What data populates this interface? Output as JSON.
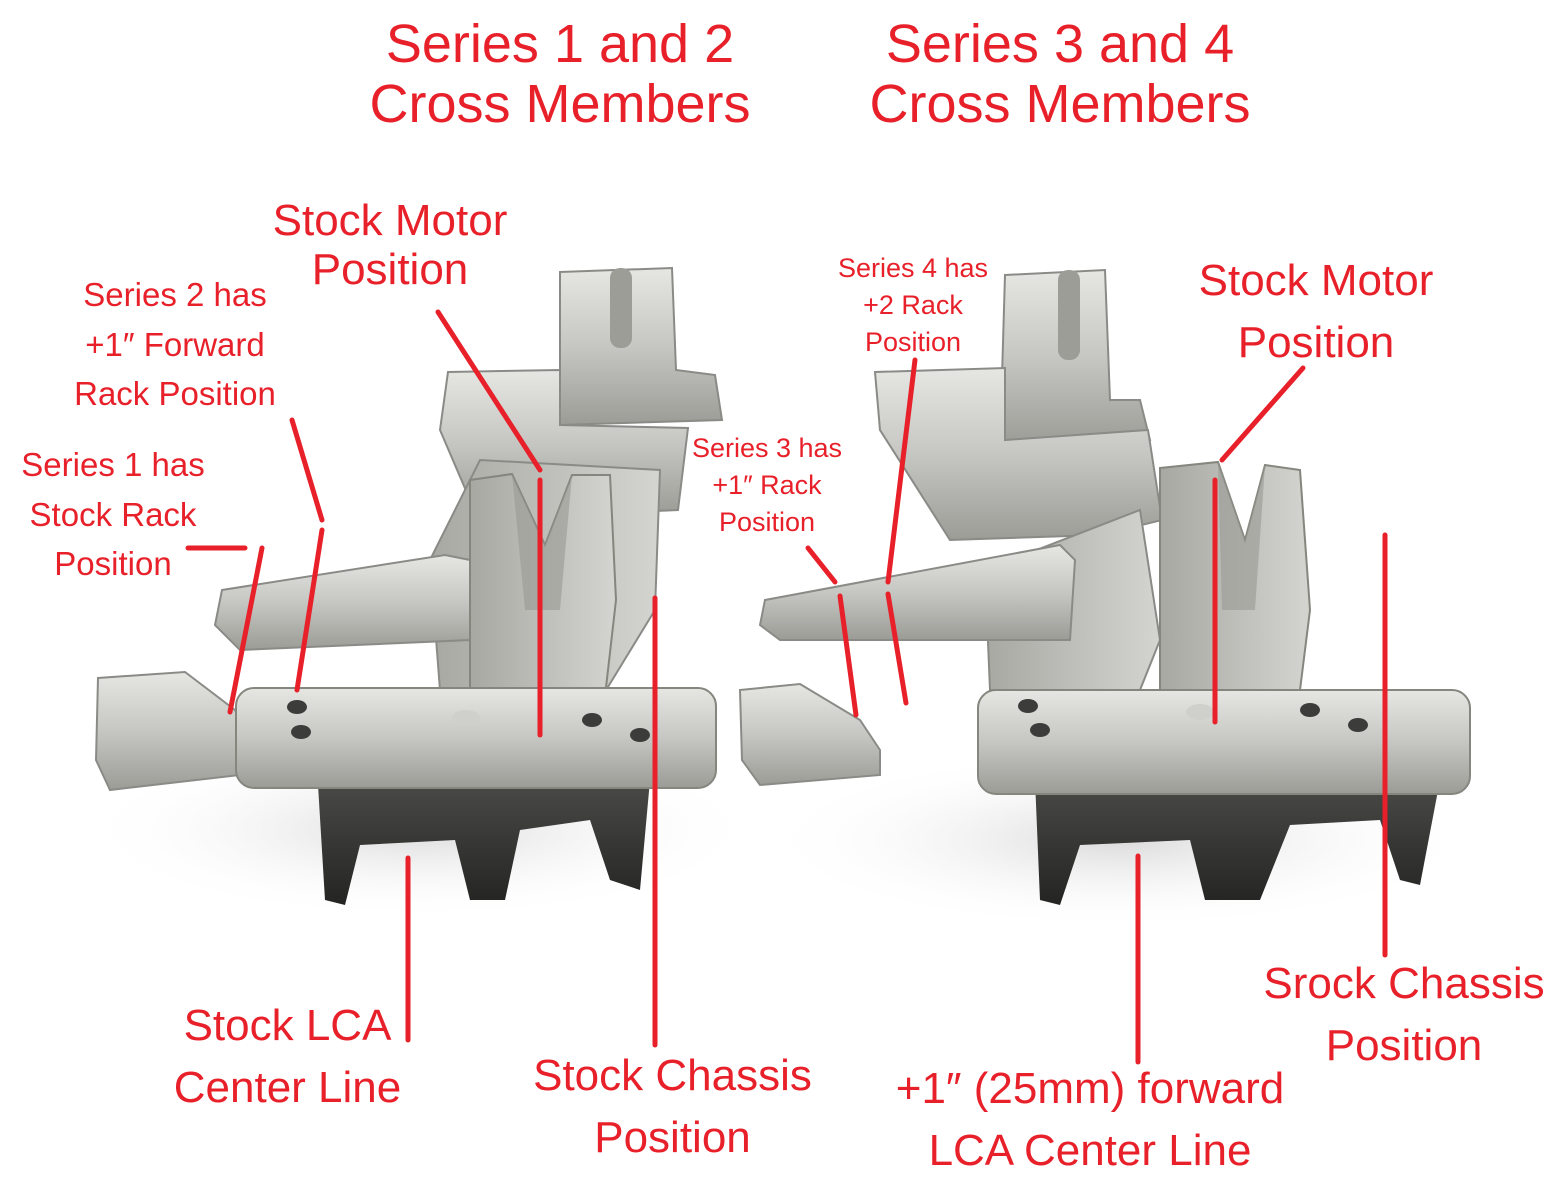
{
  "headings": {
    "left": [
      "Series 1 and 2",
      "Cross Members"
    ],
    "right": [
      "Series 3 and 4",
      "Cross Members"
    ]
  },
  "labels": {
    "left_motor": [
      "Stock Motor",
      "Position"
    ],
    "left_series2": [
      "Series 2 has",
      "+1″ Forward",
      "Rack Position"
    ],
    "left_series1": [
      "Series 1 has",
      "Stock Rack",
      "Position"
    ],
    "left_lca": [
      "Stock LCA",
      "Center Line"
    ],
    "left_chassis": [
      "Stock Chassis",
      "Position"
    ],
    "right_series4": [
      "Series 4 has",
      "+2 Rack",
      "Position"
    ],
    "right_series3": [
      "Series 3 has",
      "+1″ Rack",
      "Position"
    ],
    "right_motor": [
      "Stock Motor",
      "Position"
    ],
    "right_lca": [
      "+1″  (25mm) forward",
      "LCA Center Line"
    ],
    "right_chassis": [
      "Srock Chassis",
      "Position"
    ]
  },
  "colors": {
    "annotation": "#e8202a",
    "background": "#ffffff",
    "metal_light": "#d8d8d6",
    "metal_mid": "#b4b4b0",
    "metal_dark": "#7d7d78",
    "shadow": "#2e2e2c"
  }
}
